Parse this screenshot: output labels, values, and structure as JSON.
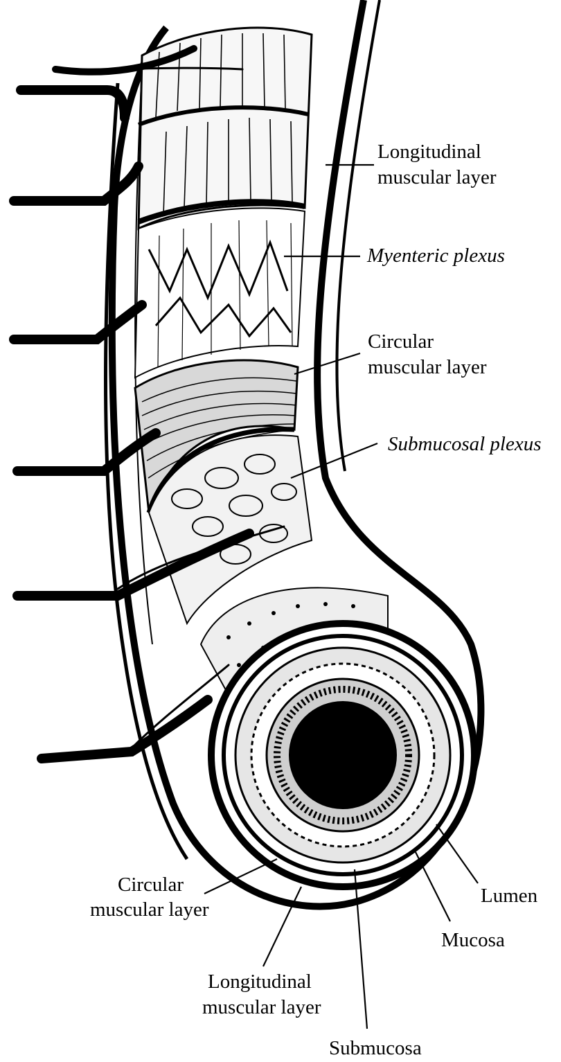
{
  "labels": {
    "longitudinal_top": {
      "line1": "Longitudinal",
      "line2": "muscular layer"
    },
    "myenteric_plexus": "Myenteric plexus",
    "circular_top": {
      "line1": "Circular",
      "line2": "muscular layer"
    },
    "submucosal_plexus": "Submucosal plexus",
    "circular_bottom": {
      "line1": "Circular",
      "line2": "muscular layer"
    },
    "longitudinal_bottom": {
      "line1": "Longitudinal",
      "line2": "muscular layer"
    },
    "submucosa": "Submucosa",
    "mucosa": "Mucosa",
    "lumen": "Lumen"
  }
}
